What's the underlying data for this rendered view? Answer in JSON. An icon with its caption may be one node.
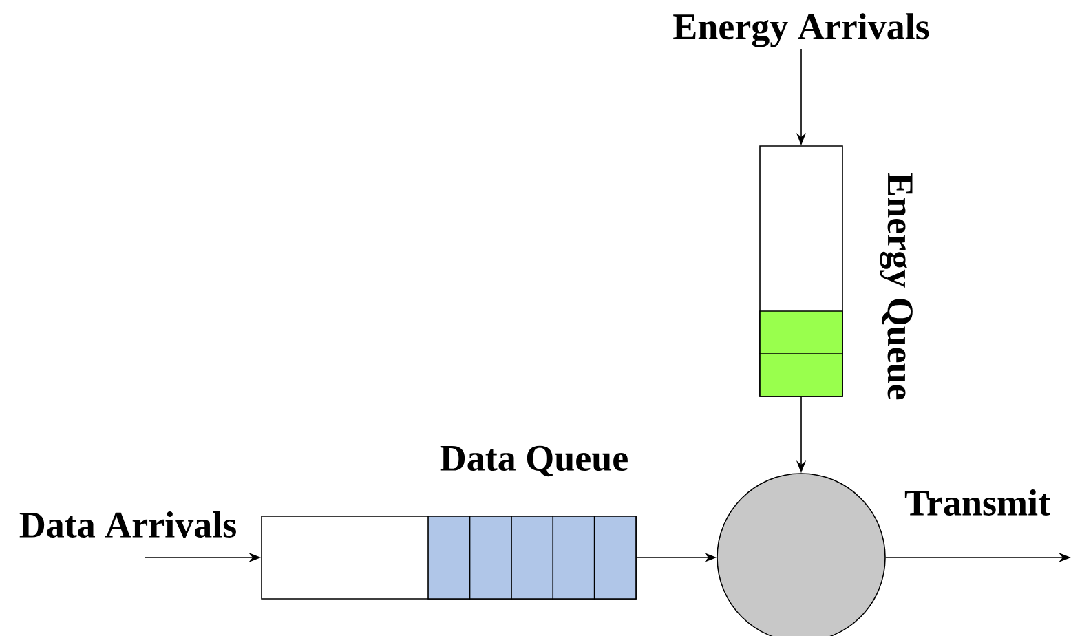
{
  "diagram": {
    "nodes": [
      {
        "text": [
          "Energy Arrivals"
        ]
      },
      {
        "text": [],
        "shape": "box",
        "beside": [
          "Energy Queue"
        ]
      },
      {
        "text": [],
        "shape": "box",
        "beside": [
          "Data Queue"
        ]
      },
      {
        "text": [],
        "shape": "circle"
      }
    ],
    "edges": [
      {
        "from": 0,
        "to": 1,
        "arrow": "to"
      },
      {
        "from": null,
        "to": 2,
        "arrow": "to",
        "label": "Data Arrivals"
      },
      {
        "from": 2,
        "to": 3,
        "arrow": "to"
      },
      {
        "from": 1,
        "to": 3,
        "arrow": "to"
      },
      {
        "from": 3,
        "to": null,
        "arrow": "to",
        "label": "Transmit"
      }
    ]
  }
}
